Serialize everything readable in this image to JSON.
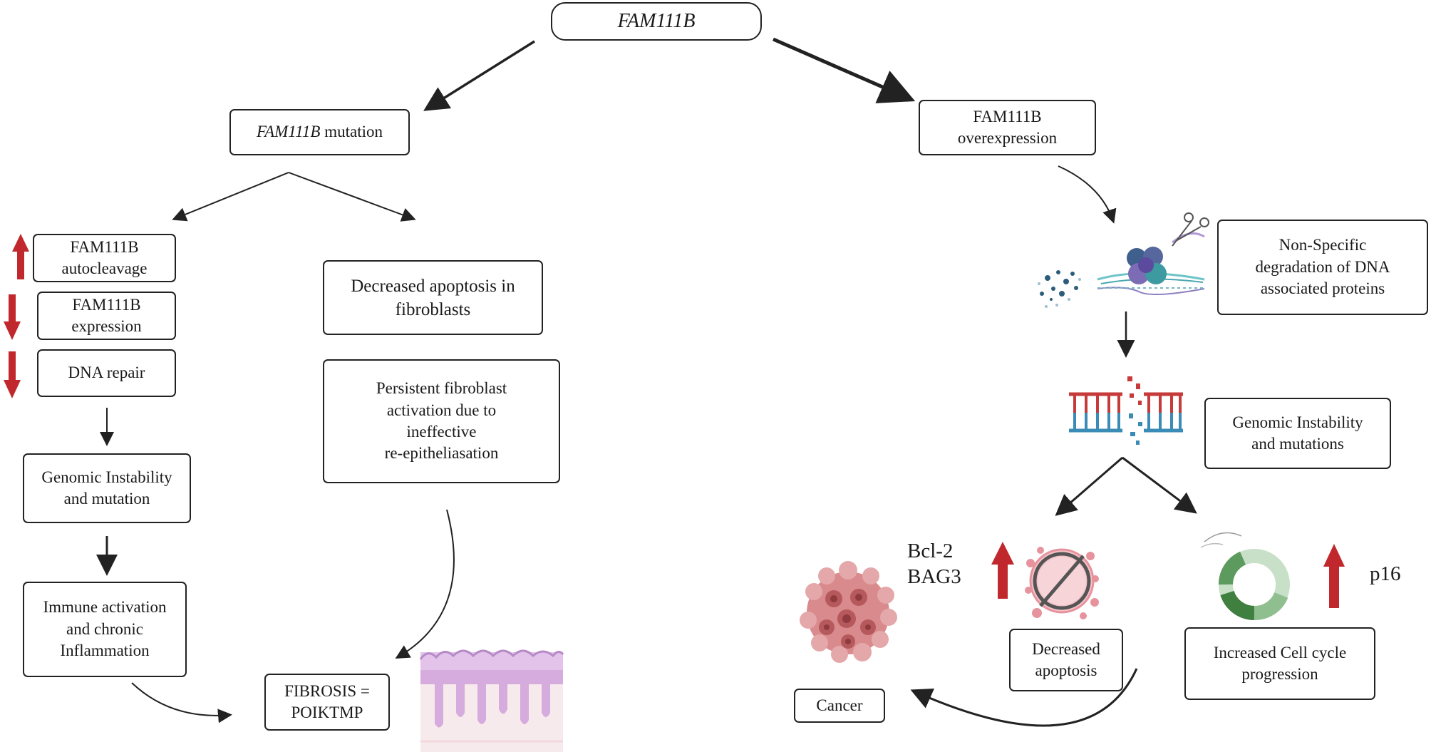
{
  "root": "FAM111B",
  "mutation": {
    "gene": "FAM111B",
    "suffix": " mutation"
  },
  "overexpression": [
    "FAM111B",
    "overexpression"
  ],
  "left": {
    "autocleavage": [
      "FAM111B",
      "autocleavage"
    ],
    "expression": [
      "FAM111B",
      "expression"
    ],
    "dna_repair": "DNA repair",
    "genomic": [
      "Genomic Instability",
      "and mutation"
    ],
    "immune": [
      "Immune activation",
      "and chronic",
      "Inflammation"
    ]
  },
  "middle": {
    "apoptosis": [
      "Decreased apoptosis in",
      "fibroblasts"
    ],
    "persistent": [
      "Persistent  fibroblast",
      "activation due to",
      "ineffective",
      "re-epitheliasation"
    ],
    "fibrosis": [
      "FIBROSIS =",
      "POIKTMP"
    ]
  },
  "right": {
    "degradation": [
      "Non-Specific",
      "degradation of DNA",
      "associated proteins"
    ],
    "genomic": [
      "Genomic Instability",
      "and mutations"
    ],
    "markers_left": [
      "Bcl-2",
      "BAG3"
    ],
    "marker_right": "p16",
    "decreased_apoptosis": [
      "Decreased",
      "apoptosis"
    ],
    "cell_cycle": [
      "Increased Cell cycle",
      "progression"
    ],
    "cancer": "Cancer"
  },
  "colors": {
    "up_arrow": "#c0282d",
    "down_arrow": "#c0282d",
    "dna_red": "#c63a3a",
    "dna_blue": "#3a8bb5"
  },
  "icons": [
    "up-arrow-icon",
    "down-arrow-icon",
    "nucleosome-scissors-icon",
    "dna-break-icon",
    "apoptotic-cell-icon",
    "cell-cycle-icon",
    "tumor-cell-icon",
    "skin-tissue-icon"
  ]
}
